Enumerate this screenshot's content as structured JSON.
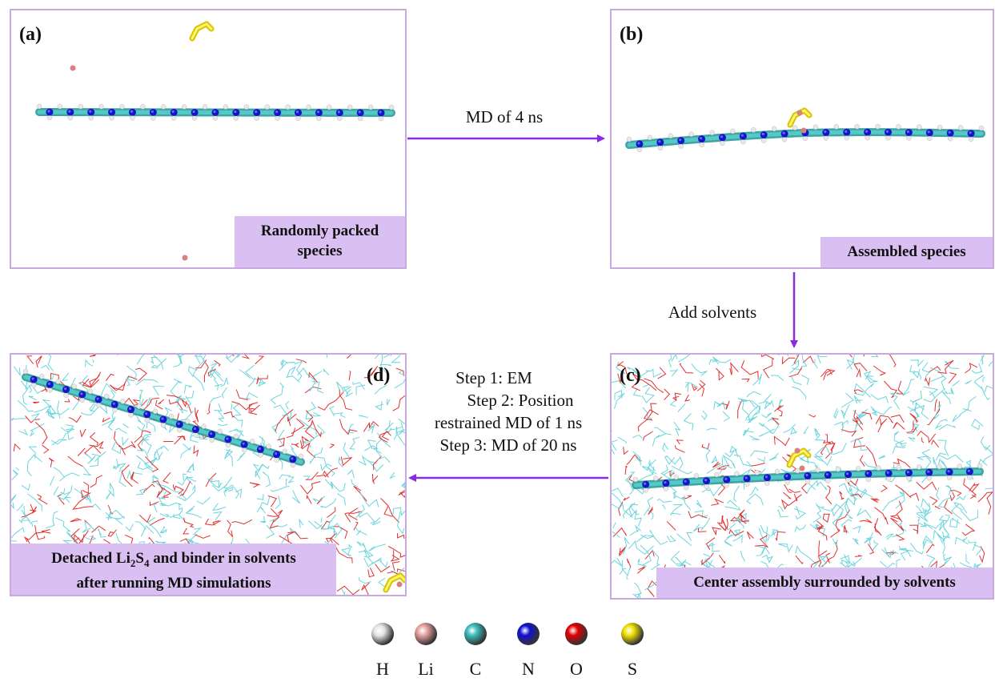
{
  "panels": {
    "a": {
      "label": "(a)",
      "caption_line1": "Randomly packed",
      "caption_line2": "species"
    },
    "b": {
      "label": "(b)",
      "caption": "Assembled species"
    },
    "c": {
      "label": "(c)",
      "caption": "Center assembly surrounded by solvents"
    },
    "d": {
      "label": "(d)",
      "caption_line1_pre": "Detached Li",
      "sub1": "2",
      "caption_line1_mid": "S",
      "sub2": "4",
      "caption_line1_post": " and binder in solvents",
      "caption_line2": "after running MD simulations"
    }
  },
  "arrows": {
    "a_to_b": "MD of 4 ns",
    "b_to_c": "Add solvents",
    "c_to_d": {
      "line1": "Step 1: EM",
      "line2": "Step 2: Position",
      "line3": "restrained MD of 1 ns",
      "line4": "Step 3: MD of 20 ns"
    }
  },
  "legend": [
    {
      "symbol": "H",
      "color": "#e6e6e6"
    },
    {
      "symbol": "Li",
      "color": "#e8a0a0"
    },
    {
      "symbol": "C",
      "color": "#3bbcbc"
    },
    {
      "symbol": "N",
      "color": "#1010d0"
    },
    {
      "symbol": "O",
      "color": "#e00000"
    },
    {
      "symbol": "S",
      "color": "#f0e000"
    }
  ],
  "colors": {
    "accent": "#8a2be2",
    "caption_bg": "#d9bff2",
    "panel_border": "#c9a8e0",
    "solvent_c": "#5fd0d8",
    "solvent_o": "#e02020"
  }
}
